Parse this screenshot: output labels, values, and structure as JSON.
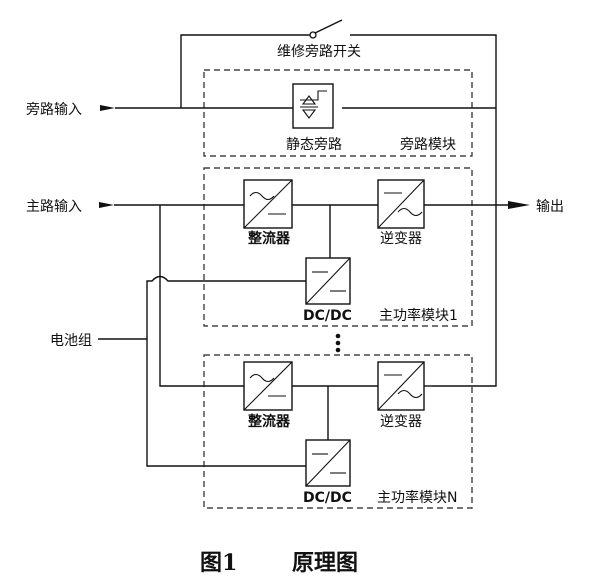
{
  "labels": {
    "maintenance_bypass_switch": "维修旁路开关",
    "bypass_input": "旁路输入",
    "static_bypass": "静态旁路",
    "bypass_module": "旁路模块",
    "main_input": "主路输入",
    "rectifier": "整流器",
    "inverter": "逆变器",
    "output": "输出",
    "battery_pack": "电池组",
    "dcdc": "DC/DC",
    "main_power_module_1": "主功率模块1",
    "main_power_module_n": "主功率模块N"
  },
  "caption": {
    "figure_number": "图1",
    "figure_title": "原理图"
  }
}
